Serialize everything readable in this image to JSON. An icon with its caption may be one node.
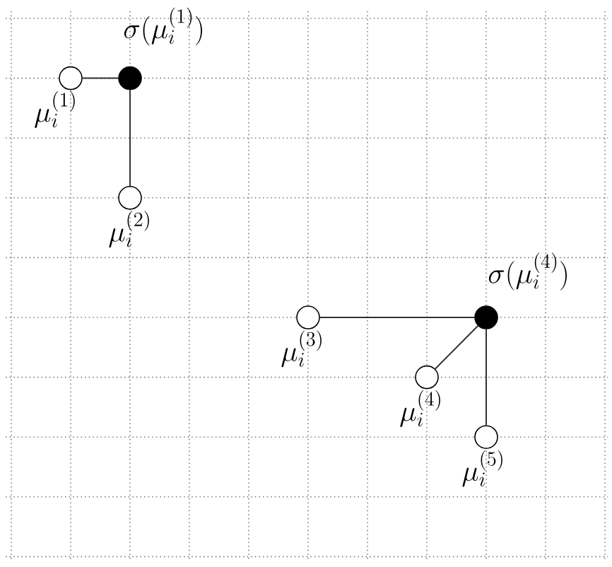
{
  "diagram": {
    "nodes": [
      {
        "text": [],
        "shape": "circle",
        "beside": [
          "\\mu_i^{(1)}"
        ]
      },
      {
        "text": [],
        "shape": "circle",
        "beside": [
          "\\sigma(\\mu_i^{(1)})"
        ]
      },
      {
        "text": [],
        "shape": "circle",
        "beside": [
          "\\mu_i^{(2)}"
        ]
      },
      {
        "text": [],
        "shape": "circle",
        "beside": [
          "\\mu_i^{(3)}"
        ]
      },
      {
        "text": [],
        "shape": "circle",
        "beside": [
          "\\sigma(\\mu_i^{(4)})"
        ]
      },
      {
        "text": [],
        "shape": "circle",
        "beside": [
          "\\mu_i^{(4)}"
        ]
      },
      {
        "text": [],
        "shape": "circle",
        "beside": [
          "\\mu_i^{(5)}"
        ]
      }
    ],
    "edges": [
      {
        "from": 0,
        "to": 1,
        "arrow": "none"
      },
      {
        "from": 1,
        "to": 2,
        "arrow": "none"
      },
      {
        "from": 3,
        "to": 4,
        "arrow": "none"
      },
      {
        "from": 4,
        "to": 5,
        "arrow": "none"
      },
      {
        "from": 4,
        "to": 6,
        "arrow": "none"
      }
    ]
  }
}
